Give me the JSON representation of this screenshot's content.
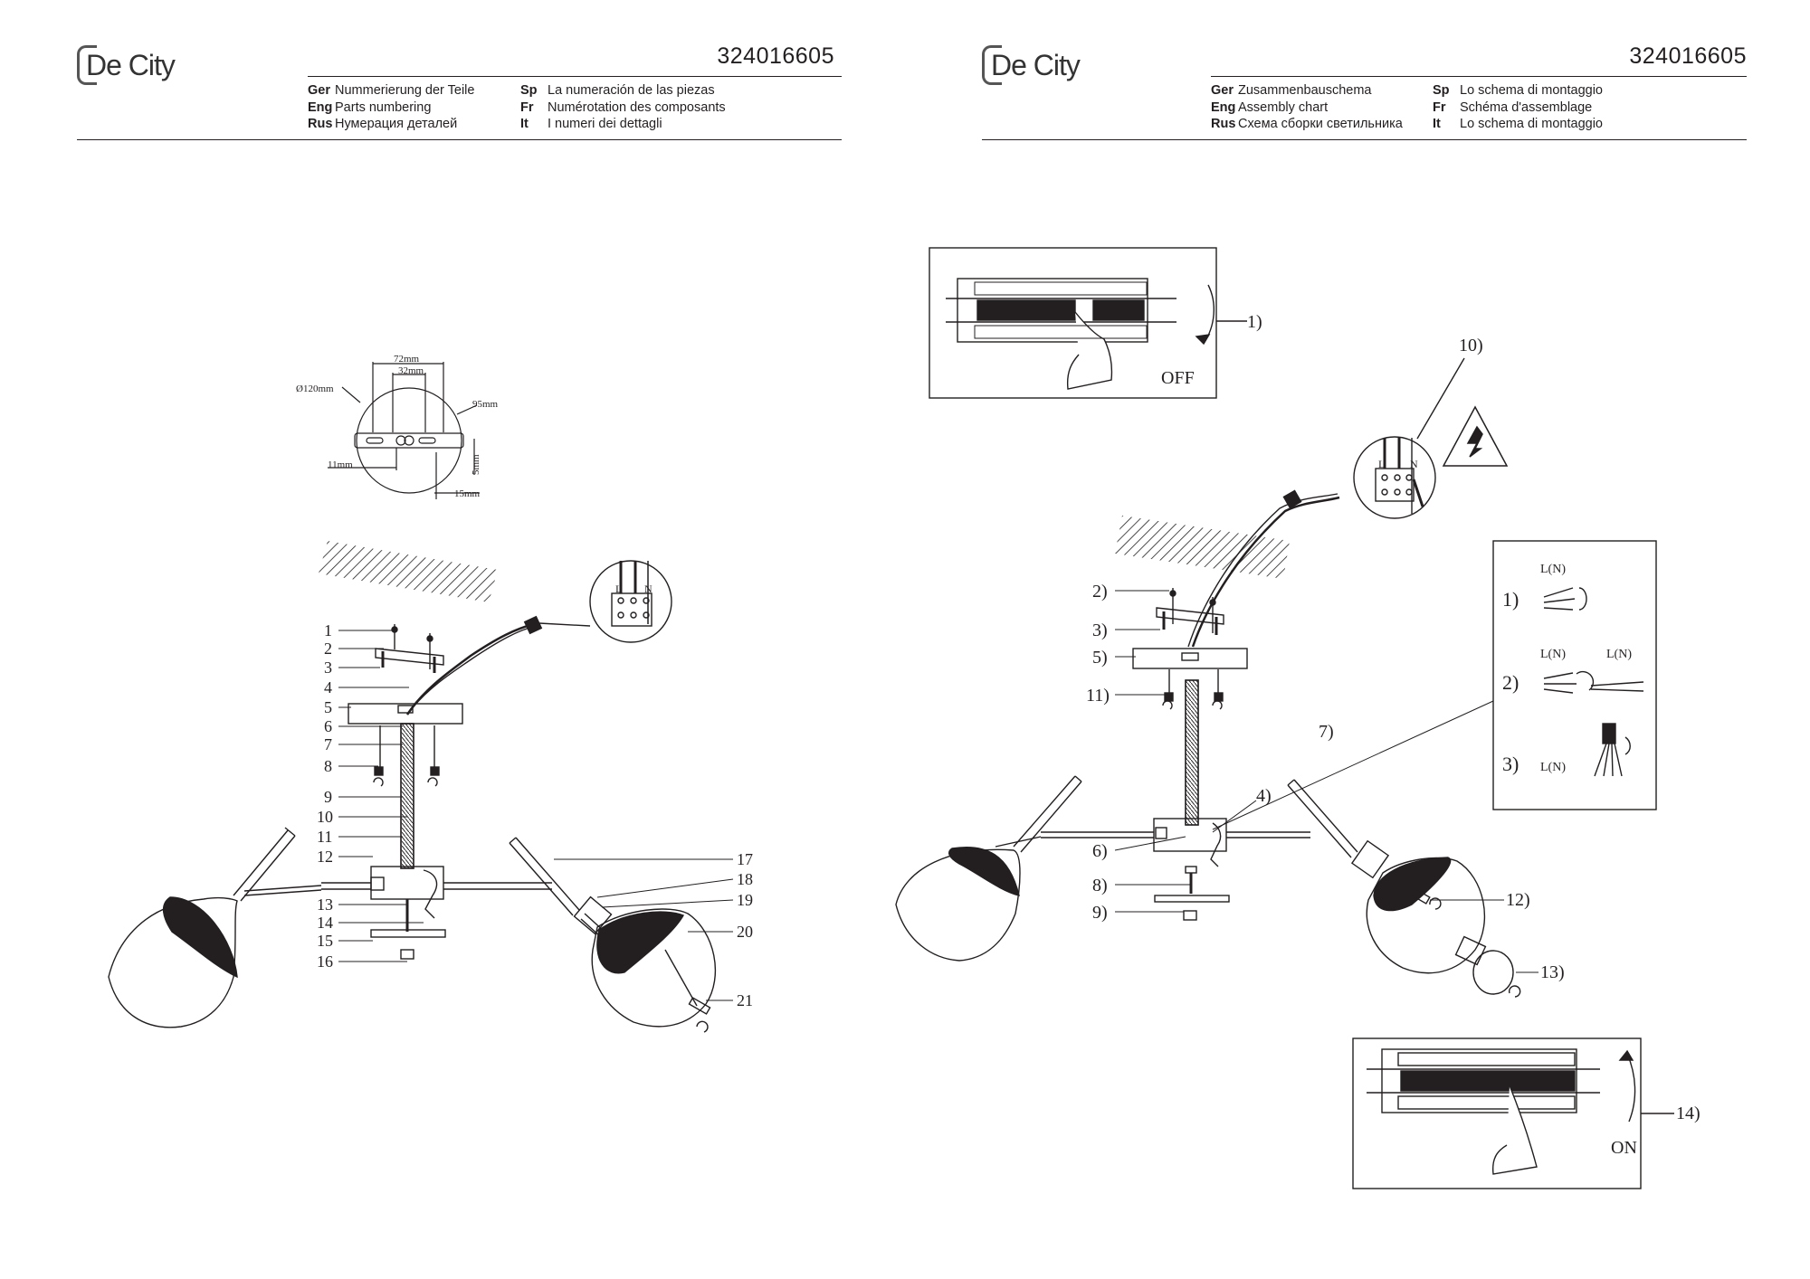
{
  "left_page": {
    "logo": "De City",
    "doc_number": "324016605",
    "title_col1": [
      {
        "code": "Ger",
        "text": "Nummerierung der Teile"
      },
      {
        "code": "Eng",
        "text": "Parts numbering"
      },
      {
        "code": "Rus",
        "text": "Нумерация деталей"
      }
    ],
    "title_col2": [
      {
        "code": "Sp",
        "text": "La numeración de las piezas"
      },
      {
        "code": "Fr",
        "text": "Numérotation des composants"
      },
      {
        "code": "It",
        "text": "I numeri dei dettagli"
      }
    ],
    "dimensions": {
      "d120": "Ø120mm",
      "d72": "72mm",
      "d32": "32mm",
      "d95": "95mm",
      "d11": "11mm",
      "d5": "5mm",
      "d15": "15mm"
    },
    "terminal_labels": {
      "l": "L",
      "n": "N"
    },
    "part_numbers": [
      "1",
      "2",
      "3",
      "4",
      "5",
      "6",
      "7",
      "8",
      "9",
      "10",
      "11",
      "12",
      "13",
      "14",
      "15",
      "16",
      "17",
      "18",
      "19",
      "20",
      "21"
    ]
  },
  "right_page": {
    "logo": "De City",
    "doc_number": "324016605",
    "title_col1": [
      {
        "code": "Ger",
        "text": "Zusammenbauschema"
      },
      {
        "code": "Eng",
        "text": "Assembly chart"
      },
      {
        "code": "Rus",
        "text": "Схема сборки светильника"
      }
    ],
    "title_col2": [
      {
        "code": "Sp",
        "text": "Lo schema di montaggio"
      },
      {
        "code": "Fr",
        "text": "Schéma d'assemblage"
      },
      {
        "code": "It",
        "text": "Lo schema di montaggio"
      }
    ],
    "steps": {
      "s1": "1)",
      "s2": "2)",
      "s3": "3)",
      "s4": "4)",
      "s5": "5)",
      "s6": "6)",
      "s7": "7)",
      "s8": "8)",
      "s9": "9)",
      "s10": "10)",
      "s11": "11)",
      "s12": "12)",
      "s13": "13)",
      "s14": "14)"
    },
    "switch_off": "OFF",
    "switch_on": "ON",
    "terminal_labels": {
      "l": "L",
      "n": "N"
    },
    "wiring_box": {
      "w1": "1)",
      "w2": "2)",
      "w3": "3)",
      "ln": "L(N)"
    }
  }
}
